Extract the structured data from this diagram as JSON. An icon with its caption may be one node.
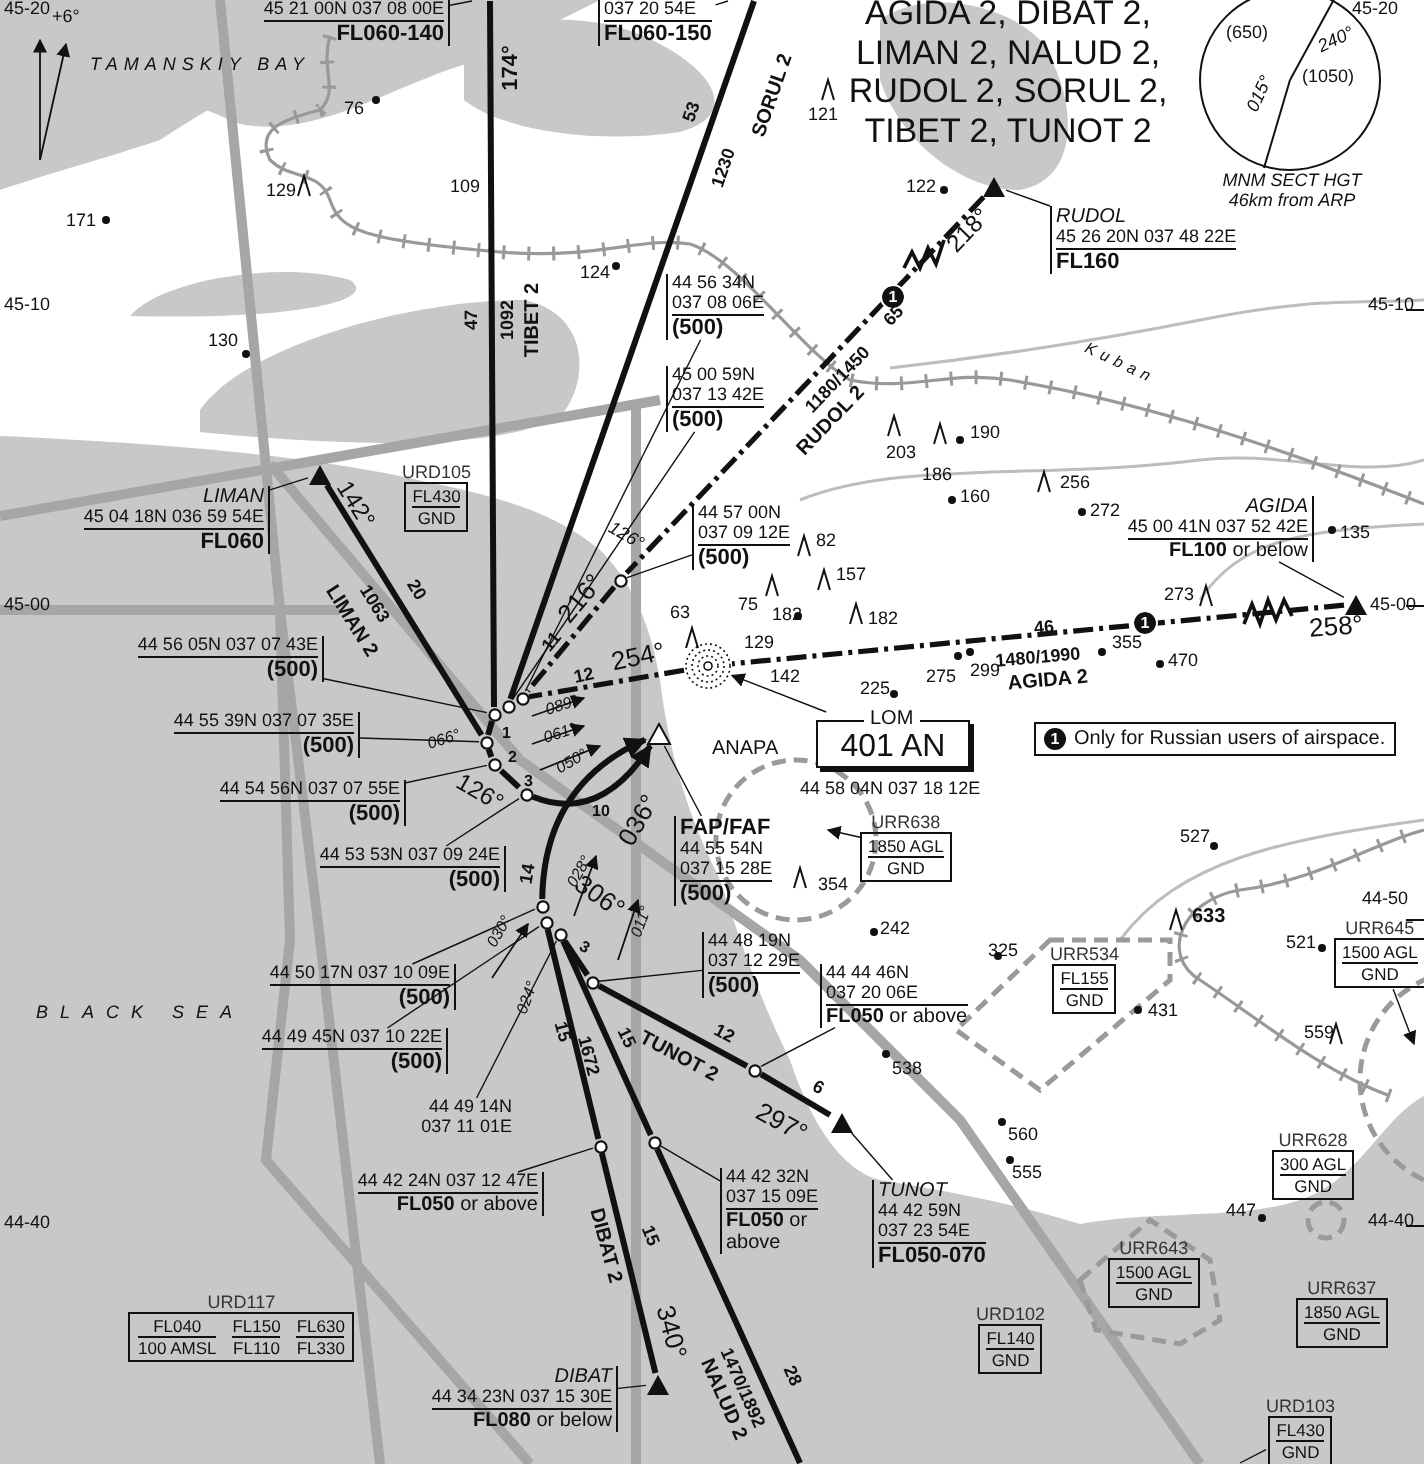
{
  "diagram": {
    "title": "AGIDA 2, DIBAT 2, LIMAN 2, NALUD 2, RUDOL 2, SORUL 2, TIBET 2, TUNOT 2",
    "nodes": [
      {
        "text": [
          "45 21 00N 037 08 00E",
          "FL060-140"
        ]
      },
      {
        "text": [
          "037 20 54E",
          "FL060-150"
        ]
      },
      {
        "text": [
          "RUDOL",
          "45 26 20N 037 48 22E",
          "FL160"
        ]
      },
      {
        "text": [
          "LIMAN",
          "45 04 18N 036 59 54E",
          "FL060"
        ]
      },
      {
        "text": [
          "URD105",
          "FL430",
          "GND"
        ]
      },
      {
        "text": [
          "44 56 34N",
          "037 08 06E",
          "(500)"
        ]
      },
      {
        "text": [
          "45 00 59N",
          "037 13 42E",
          "(500)"
        ]
      },
      {
        "text": [
          "44 57 00N",
          "037 09 12E",
          "(500)"
        ]
      },
      {
        "text": [
          "AGIDA",
          "45 00 41N 037 52 42E",
          "**FL100** or below"
        ]
      },
      {
        "text": [
          "44 56 05N 037 07 43E",
          "(500)"
        ]
      },
      {
        "text": [
          "44 55 39N 037 07 35E",
          "(500)"
        ]
      },
      {
        "text": [
          "LOM",
          "401 AN"
        ],
        "beside": [
          "44 58 04N 037 18 12E"
        ]
      },
      {
        "text": [
          "1",
          "Only for Russian users of airspace."
        ]
      },
      {
        "text": [
          "44 54 56N 037 07 55E",
          "(500)"
        ]
      },
      {
        "text": [
          "44 53 53N 037 09 24E",
          "(500)"
        ]
      },
      {
        "text": [
          "FAP/FAF",
          "44 55 54N",
          "037 15 28E",
          "(500)"
        ]
      },
      {
        "text": [
          "URR638",
          "1850 AGL",
          "GND"
        ]
      },
      {
        "text": [
          "44 48 19N",
          "037 12 29E",
          "(500)"
        ]
      },
      {
        "text": [
          "44 44 46N",
          "037 20 06E",
          "**FL050** or above"
        ]
      },
      {
        "text": [
          "44 50 17N 037 10 09E",
          "(500)"
        ]
      },
      {
        "text": [
          "44 49 45N 037 10 22E",
          "(500)"
        ]
      },
      {
        "text": [
          "44 49 14N",
          "037 11 01E"
        ]
      },
      {
        "text": [
          "44 42 24N 037 12 47E",
          "**FL050** or above"
        ]
      },
      {
        "text": [
          "44 42 32N",
          "037 15 09E",
          "**FL050** or above"
        ]
      },
      {
        "text": [
          "TUNOT",
          "44 42 59N",
          "037 23 54E",
          "FL050-070"
        ]
      },
      {
        "text": [
          "DIBAT",
          "44 34 23N 037 15 30E",
          "**FL080** or below"
        ]
      },
      {
        "text": [
          "URR534",
          "FL155",
          "GND"
        ]
      },
      {
        "text": [
          "URR645",
          "1500 AGL",
          "GND"
        ]
      },
      {
        "text": [
          "URR628",
          "300 AGL",
          "GND"
        ]
      },
      {
        "text": [
          "URR643",
          "1500 AGL",
          "GND"
        ]
      },
      {
        "text": [
          "URR637",
          "1850 AGL",
          "GND"
        ]
      },
      {
        "text": [
          "URD102",
          "FL140",
          "GND"
        ]
      },
      {
        "text": [
          "URD103",
          "FL430",
          "GND"
        ]
      },
      {
        "text": [
          "URD117",
          "FL040",
          "FL150",
          "FL630",
          "100 AMSL",
          "FL110",
          "FL330"
        ]
      },
      {
        "text": [
          "(650)",
          "(1050)"
        ],
        "beside": [
          "MNM SECT HGT 46km from ARP"
        ]
      },
      {
        "text": [],
        "shape": "triangle"
      },
      {
        "text": [],
        "shape": "triangle"
      },
      {
        "text": [],
        "shape": "triangle"
      },
      {
        "text": [],
        "shape": "triangle"
      },
      {
        "text": [],
        "shape": "circle"
      },
      {
        "text": [],
        "shape": "triangle"
      },
      {
        "text": [],
        "shape": "triangle"
      },
      {
        "text": [],
        "shape": "circle"
      },
      {
        "text": [],
        "shape": "circle"
      },
      {
        "text": [],
        "shape": "circle"
      },
      {
        "text": [],
        "shape": "circle"
      },
      {
        "text": [],
        "shape": "circle"
      },
      {
        "text": [],
        "shape": "circle"
      },
      {
        "text": [],
        "shape": "circle"
      },
      {
        "text": [],
        "shape": "circle"
      },
      {
        "text": [],
        "shape": "circle"
      },
      {
        "text": [],
        "shape": "circle"
      },
      {
        "text": [],
        "shape": "circle"
      },
      {
        "text": [],
        "shape": "circle"
      },
      {
        "text": [],
        "shape": "circle"
      },
      {
        "text": [],
        "shape": "circle"
      }
    ],
    "edges": [
      {
        "from": null,
        "to": 42,
        "arrow": "none",
        "style": "thick"
      },
      {
        "from": null,
        "to": 43,
        "arrow": "none",
        "style": "thick"
      },
      {
        "from": 36,
        "to": 48,
        "arrow": "none",
        "style": "dashed"
      },
      {
        "from": 48,
        "to": 44,
        "arrow": "none",
        "style": "dashed"
      },
      {
        "from": 35,
        "to": 45,
        "arrow": "none",
        "style": "thick"
      },
      {
        "from": 37,
        "to": 39,
        "arrow": "none",
        "style": "dashed"
      },
      {
        "from": 39,
        "to": 44,
        "arrow": "none",
        "style": "dashed"
      },
      {
        "from": 42,
        "to": 45,
        "arrow": "none",
        "style": "thick"
      },
      {
        "from": 45,
        "to": 46,
        "arrow": "none",
        "style": "thick"
      },
      {
        "from": 46,
        "to": 47,
        "arrow": "none",
        "style": "thick"
      },
      {
        "from": 47,
        "to": 38,
        "arrow": "to",
        "style": "thick"
      },
      {
        "from": 49,
        "to": 38,
        "arrow": "to",
        "style": "thick"
      },
      {
        "from": 41,
        "to": 53,
        "arrow": "none",
        "style": "thick"
      },
      {
        "from": 53,
        "to": 50,
        "arrow": "none",
        "style": "thick"
      },
      {
        "from": null,
        "to": 54,
        "arrow": "none",
        "style": "thick"
      },
      {
        "from": 54,
        "to": 51,
        "arrow": "none",
        "style": "thick"
      },
      {
        "from": 40,
        "to": 55,
        "arrow": "none",
        "style": "thick"
      },
      {
        "from": 55,
        "to": 52,
        "arrow": "none",
        "style": "thick"
      },
      {
        "from": 52,
        "to": 51,
        "arrow": "none",
        "style": "thick"
      },
      {
        "from": 0,
        "to": null,
        "arrow": "none"
      },
      {
        "from": 1,
        "to": null,
        "arrow": "none"
      },
      {
        "from": 2,
        "to": 36,
        "arrow": "none"
      },
      {
        "from": 3,
        "to": 35,
        "arrow": "none"
      },
      {
        "from": 5,
        "to": 44,
        "arrow": "none"
      },
      {
        "from": 6,
        "to": 43,
        "arrow": "none"
      },
      {
        "from": 7,
        "to": 48,
        "arrow": "none"
      },
      {
        "from": 8,
        "to": 37,
        "arrow": "none"
      },
      {
        "from": 9,
        "to": 42,
        "arrow": "none"
      },
      {
        "from": 10,
        "to": 45,
        "arrow": "none"
      },
      {
        "from": 11,
        "to": 39,
        "arrow": "to"
      },
      {
        "from": 13,
        "to": 46,
        "arrow": "none"
      },
      {
        "from": 14,
        "to": 47,
        "arrow": "none"
      },
      {
        "from": 15,
        "to": 38,
        "arrow": "none"
      },
      {
        "from": 16,
        "to": null,
        "arrow": "to"
      },
      {
        "from": 17,
        "to": 52,
        "arrow": "none"
      },
      {
        "from": 18,
        "to": 55,
        "arrow": "none"
      },
      {
        "from": 19,
        "to": 49,
        "arrow": "none"
      },
      {
        "from": 20,
        "to": 50,
        "arrow": "none"
      },
      {
        "from": 21,
        "to": 51,
        "arrow": "none"
      },
      {
        "from": 22,
        "to": 53,
        "arrow": "none"
      },
      {
        "from": 23,
        "to": 54,
        "arrow": "none"
      },
      {
        "from": 24,
        "to": 40,
        "arrow": "none"
      },
      {
        "from": 25,
        "to": 41,
        "arrow": "none"
      },
      {
        "from": 27,
        "to": null,
        "arrow": "to"
      },
      {
        "from": 32,
        "to": null,
        "arrow": "none"
      }
    ],
    "labels": [
      "45-20",
      "+6°",
      "174°",
      "53",
      "1230",
      "SORUL 2",
      "45-20",
      "TAMANSKIY BAY",
      "76",
      "121",
      "122",
      "129",
      "109",
      "171",
      "124",
      "47",
      "1092",
      "TIBET 2",
      "45-10",
      "130",
      "45-10",
      "218°",
      "1",
      "Kuban",
      "65",
      "1180/1450",
      "RUDOL 2",
      "203",
      "190",
      "186",
      "160",
      "256",
      "272",
      "135",
      "82",
      "157",
      "142°",
      "20",
      "1063",
      "LIMAN 2",
      "126°",
      "216°",
      "11",
      "75",
      "182",
      "182",
      "63",
      "273",
      "45-00",
      "45-00",
      "46",
      "258°",
      "1",
      "254°",
      "12",
      "129",
      "142",
      "1480/1990",
      "355",
      "275",
      "299",
      "AGIDA 2",
      "470",
      "089°",
      "066°",
      "061°",
      "1",
      "2",
      "3",
      "050°",
      "225",
      "ANAPA",
      "126°",
      "10",
      "036°",
      "14",
      "028°",
      "306°",
      "011°",
      "030°",
      "3",
      "354",
      "242",
      "44-50",
      "633",
      "527",
      "521",
      "325",
      "431",
      "559",
      "BLACK SEA",
      "024°",
      "15",
      "1672",
      "15",
      "12",
      "TUNOT 2",
      "6",
      "297°",
      "538",
      "560",
      "555",
      "447",
      "44-40",
      "44-40",
      "DIBAT 2",
      "15",
      "340°",
      "28",
      "1470/1892",
      "NALUD 2",
      "240°",
      "015°"
    ]
  }
}
